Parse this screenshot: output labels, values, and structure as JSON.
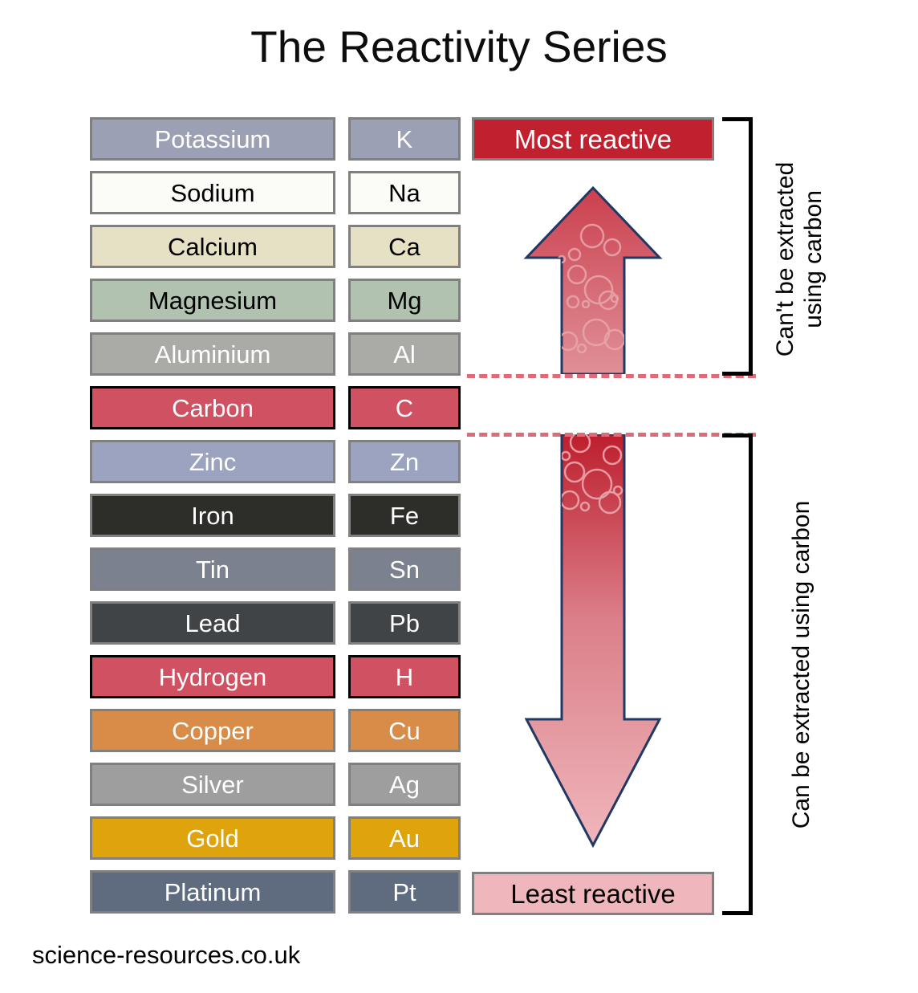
{
  "title": "The Reactivity Series",
  "credit": "science-resources.co.uk",
  "series": [
    {
      "name": "Potassium",
      "symbol": "K",
      "bg": "#9BA0B4",
      "fg": "#ffffff",
      "highlight": false
    },
    {
      "name": "Sodium",
      "symbol": "Na",
      "bg": "#FBFBF7",
      "fg": "#000000",
      "highlight": false
    },
    {
      "name": "Calcium",
      "symbol": "Ca",
      "bg": "#E6E1C4",
      "fg": "#000000",
      "highlight": false
    },
    {
      "name": "Magnesium",
      "symbol": "Mg",
      "bg": "#B2C2B0",
      "fg": "#000000",
      "highlight": false
    },
    {
      "name": "Aluminium",
      "symbol": "Al",
      "bg": "#AAAAA7",
      "fg": "#ffffff",
      "highlight": false
    },
    {
      "name": "Carbon",
      "symbol": "C",
      "bg": "#CF5162",
      "fg": "#ffffff",
      "highlight": true
    },
    {
      "name": "Zinc",
      "symbol": "Zn",
      "bg": "#9BA3C0",
      "fg": "#ffffff",
      "highlight": false
    },
    {
      "name": "Iron",
      "symbol": "Fe",
      "bg": "#2D2D29",
      "fg": "#ffffff",
      "highlight": false
    },
    {
      "name": "Tin",
      "symbol": "Sn",
      "bg": "#7B818E",
      "fg": "#ffffff",
      "highlight": false
    },
    {
      "name": "Lead",
      "symbol": "Pb",
      "bg": "#414447",
      "fg": "#ffffff",
      "highlight": false
    },
    {
      "name": "Hydrogen",
      "symbol": "H",
      "bg": "#CF5162",
      "fg": "#ffffff",
      "highlight": true
    },
    {
      "name": "Copper",
      "symbol": "Cu",
      "bg": "#D98C48",
      "fg": "#ffffff",
      "highlight": false
    },
    {
      "name": "Silver",
      "symbol": "Ag",
      "bg": "#9E9E9E",
      "fg": "#ffffff",
      "highlight": false
    },
    {
      "name": "Gold",
      "symbol": "Au",
      "bg": "#DFA40C",
      "fg": "#ffffff",
      "highlight": false
    },
    {
      "name": "Platinum",
      "symbol": "Pt",
      "bg": "#5F6C80",
      "fg": "#ffffff",
      "highlight": false
    }
  ],
  "scale": {
    "most_reactive_label": "Most reactive",
    "least_reactive_label": "Least reactive",
    "up_arrow_icon": "arrow-up-icon",
    "down_arrow_icon": "arrow-down-icon"
  },
  "annotations": {
    "top_bracket_label": "Can't be extracted\nusing carbon",
    "bottom_bracket_label": "Can be extracted using carbon"
  },
  "colors": {
    "most_reactive_bg": "#C1212F",
    "least_reactive_bg": "#EFB6BB",
    "arrow_dark_red": "#BE1E2D",
    "arrow_light_pink": "#EFB6BB",
    "arrow_outline": "#1F3864",
    "divider_dash": "#DD6C78",
    "bracket": "#000000",
    "cell_border": "#808080",
    "highlight_border": "#000000"
  }
}
